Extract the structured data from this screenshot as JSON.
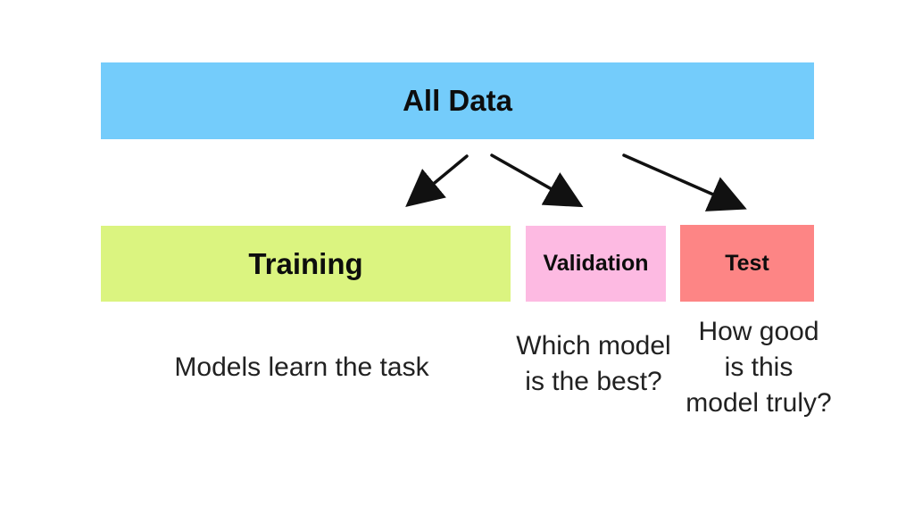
{
  "page": {
    "background_color": "#ffffff",
    "arrow_color": "#111111"
  },
  "all_data": {
    "label": "All Data",
    "color": "#74CCFB"
  },
  "splits": [
    {
      "label": "Training",
      "color": "#DBF480",
      "desc_lines": [
        "Models learn the task"
      ]
    },
    {
      "label": "Validation",
      "color": "#FDBAE2",
      "desc_lines": [
        "Which model",
        "is the best?"
      ]
    },
    {
      "label": "Test",
      "color": "#FD8585",
      "desc_lines": [
        "How good",
        "is this",
        "model truly?"
      ]
    }
  ]
}
